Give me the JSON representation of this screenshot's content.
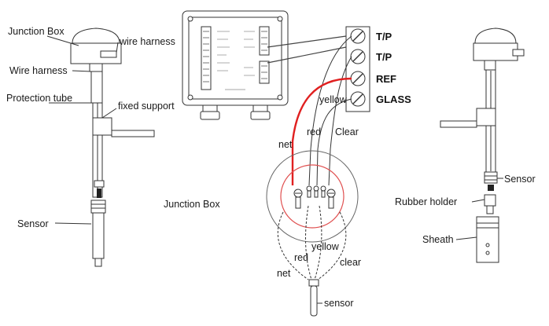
{
  "left_assembly": {
    "junction_box": "Junction Box",
    "wire_harness_top": "wire harness",
    "wire_harness_left": "Wire harness",
    "protection_tube": "Protection tube",
    "fixed_support": "fixed support",
    "sensor": "Sensor"
  },
  "center": {
    "junction_box": "Junction Box",
    "terminals": [
      "T/P",
      "T/P",
      "REF",
      "GLASS"
    ],
    "wires_upper": {
      "yellow": "yellow",
      "red": "red",
      "clear": "Clear",
      "net": "net"
    },
    "wires_lower": {
      "yellow": "yellow",
      "red": "red",
      "clear": "clear",
      "net": "net"
    },
    "sensor": "sensor"
  },
  "right_assembly": {
    "sensor": "Sensor",
    "rubber_holder": "Rubber holder",
    "sheath": "Sheath"
  },
  "colors": {
    "ref_wire": "#e02020",
    "outline": "#333333"
  }
}
